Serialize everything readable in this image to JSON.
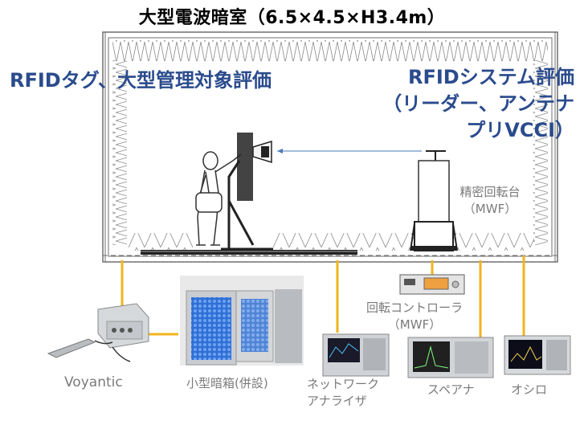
{
  "title": "大型電波暗室（6.5×4.5×H3.4m）",
  "left_heading": "RFIDタグ、大型管理対象評価",
  "right_heading": {
    "line1": "RFIDシステム評価",
    "line2": "（リーダー、アンテナ",
    "line3": "プリVCCI）"
  },
  "turntable": {
    "name": "精密回転台",
    "maker": "（MWF）"
  },
  "rotation_controller": {
    "name": "回転コントローラ",
    "maker": "（MWF）"
  },
  "instruments": {
    "voyantic": "Voyantic",
    "small_chamber": "小型暗箱(併設)",
    "network_analyzer_line1": "ネットワーク",
    "network_analyzer_line2": "アナライザ",
    "spectrum_analyzer": "スペアナ",
    "oscilloscope": "オシロ"
  },
  "colors": {
    "heading_blue": "#2a4b8d",
    "cable_yellow": "#f2b41c",
    "absorber_gray": "#8a8a8a",
    "label_gray": "#7a7a7a"
  }
}
